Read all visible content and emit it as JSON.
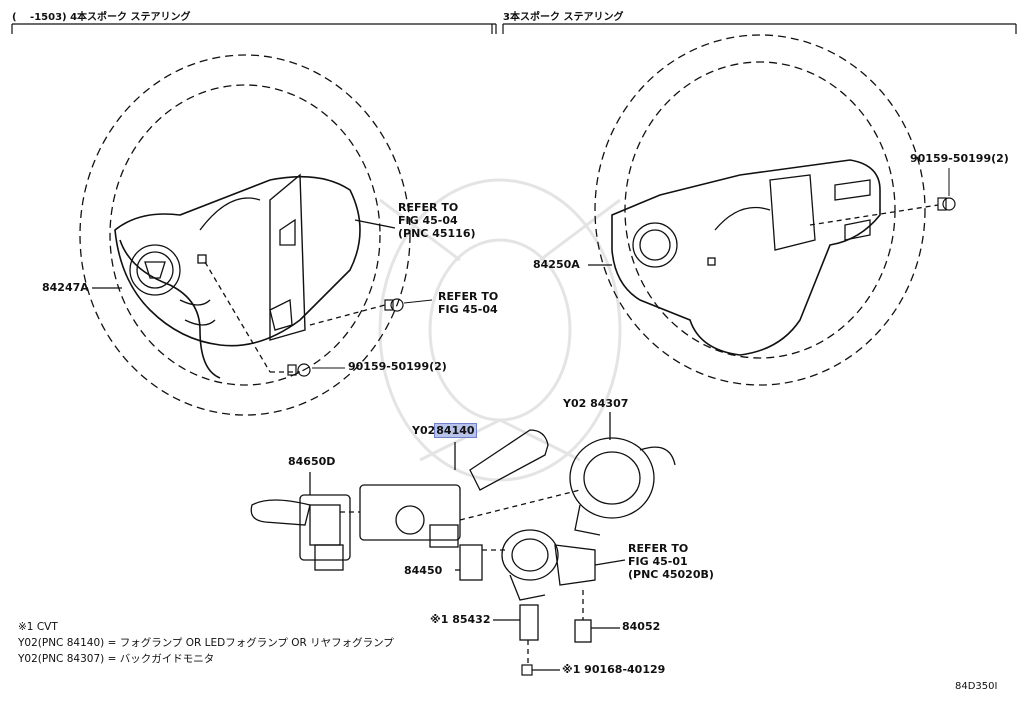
{
  "headers": {
    "left": "(　 -1503) 4本スポーク ステアリング",
    "right": "3本スポーク ステアリング"
  },
  "parts": {
    "p84247A": "84247A",
    "p84250A": "84250A",
    "p84650D": "84650D",
    "p84140_prefix": "Y02",
    "p84140": "84140",
    "p84307": "Y02 84307",
    "p84450": "84450",
    "p85432_mark": "※1",
    "p85432": "85432",
    "p84052": "84052",
    "p90168": "※1 90168-40129",
    "p90159_left": "90159-50199(2)",
    "p90159_right": "90159-50199(2)"
  },
  "refs": {
    "ref1_line1": "REFER TO",
    "ref1_line2": "FIG 45-04",
    "ref1_line3": "(PNC 45116)",
    "ref2_line1": "REFER TO",
    "ref2_line2": "FIG 45-04",
    "ref3_line1": "REFER TO",
    "ref3_line2": "FIG 45-01",
    "ref3_line3": "(PNC 45020B)"
  },
  "notes": {
    "cvt": "※1 CVT",
    "y02_84140": "Y02(PNC 84140) = フォグランプ OR LEDフォグランプ OR リヤフォグランプ",
    "y02_84307": "Y02(PNC 84307) = バックガイドモニタ"
  },
  "figure_id": "84D350I"
}
